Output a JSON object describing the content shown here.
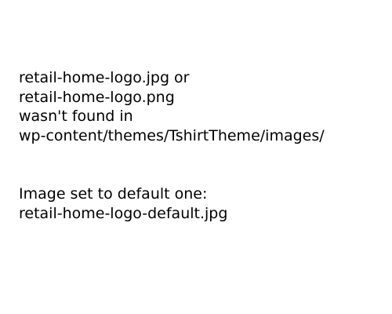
{
  "image_placeholder": {
    "not_found_message": [
      "retail-home-logo.jpg or",
      "retail-home-logo.png",
      "wasn't found in",
      "wp-content/themes/TshirtTheme/images/"
    ],
    "default_message": [
      "Image set to default one:",
      "retail-home-logo-default.jpg"
    ]
  }
}
